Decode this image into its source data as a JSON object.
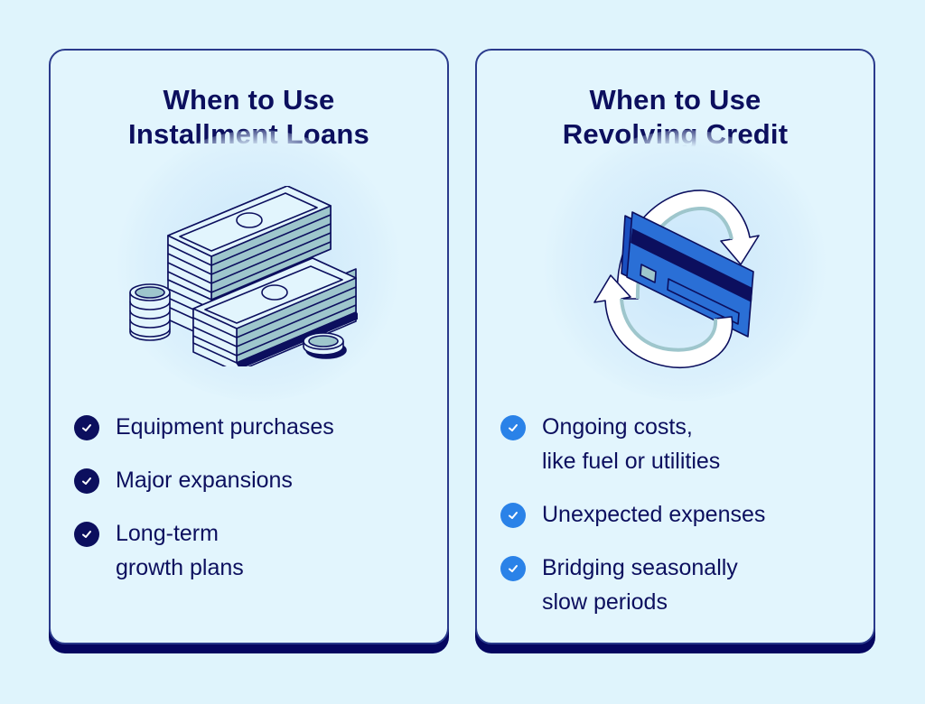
{
  "colors": {
    "background": "#dff4fc",
    "card_fill": "#e2f5fd",
    "card_border": "#2a3a8c",
    "card_shadow": "#050660",
    "text": "#0c0f5e",
    "check_left": "#0c0f5e",
    "check_right": "#2a82e8",
    "credit_card_blue": "#2a6fd6"
  },
  "cards": [
    {
      "title_line1": "When to Use",
      "title_line2": "Installment Loans",
      "illustration": "stacked-cash-and-coins-icon",
      "items": [
        {
          "icon": "check-circle-icon",
          "line1": "Equipment purchases",
          "line2": ""
        },
        {
          "icon": "check-circle-icon",
          "line1": "Major expansions",
          "line2": ""
        },
        {
          "icon": "check-circle-icon",
          "line1": "Long-term",
          "line2": "growth plans"
        }
      ]
    },
    {
      "title_line1": "When to Use",
      "title_line2": "Revolving Credit",
      "illustration": "credit-card-with-circular-arrows-icon",
      "items": [
        {
          "icon": "check-circle-icon",
          "line1": "Ongoing costs,",
          "line2": "like fuel or utilities"
        },
        {
          "icon": "check-circle-icon",
          "line1": "Unexpected expenses",
          "line2": ""
        },
        {
          "icon": "check-circle-icon",
          "line1": "Bridging seasonally",
          "line2": "slow periods"
        }
      ]
    }
  ]
}
